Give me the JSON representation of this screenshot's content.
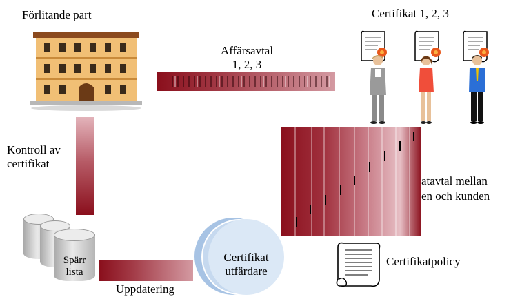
{
  "labels": {
    "relying_party": "Förlitande part",
    "certificates": "Certifikat 1, 2, 3",
    "business_agreement_line1": "Affärsavtal",
    "business_agreement_line2": "1, 2, 3",
    "check_line1": "Kontroll av",
    "check_line2": "certifikat",
    "agreement_line1": "atavtal mellan",
    "agreement_line2": "en och kunden",
    "crl_line1": "Spärr",
    "crl_line2": "lista",
    "ca_line1": "Certifikat",
    "ca_line2": "utfärdare",
    "update": "Uppdatering",
    "policy": "Certifikatpolicy"
  },
  "icons": {
    "building": "building-icon",
    "person_1": "person-icon",
    "person_2": "person-icon",
    "person_3": "person-icon",
    "certificate_scroll": "certificate-scroll-icon",
    "policy_document": "document-icon",
    "database": "database-icon"
  },
  "colors": {
    "bar_dark": "#8a0f1c",
    "bar_light": "#e3b3ba",
    "ca_circle": "#a7c3e4",
    "building_wall": "#f1bf75"
  }
}
